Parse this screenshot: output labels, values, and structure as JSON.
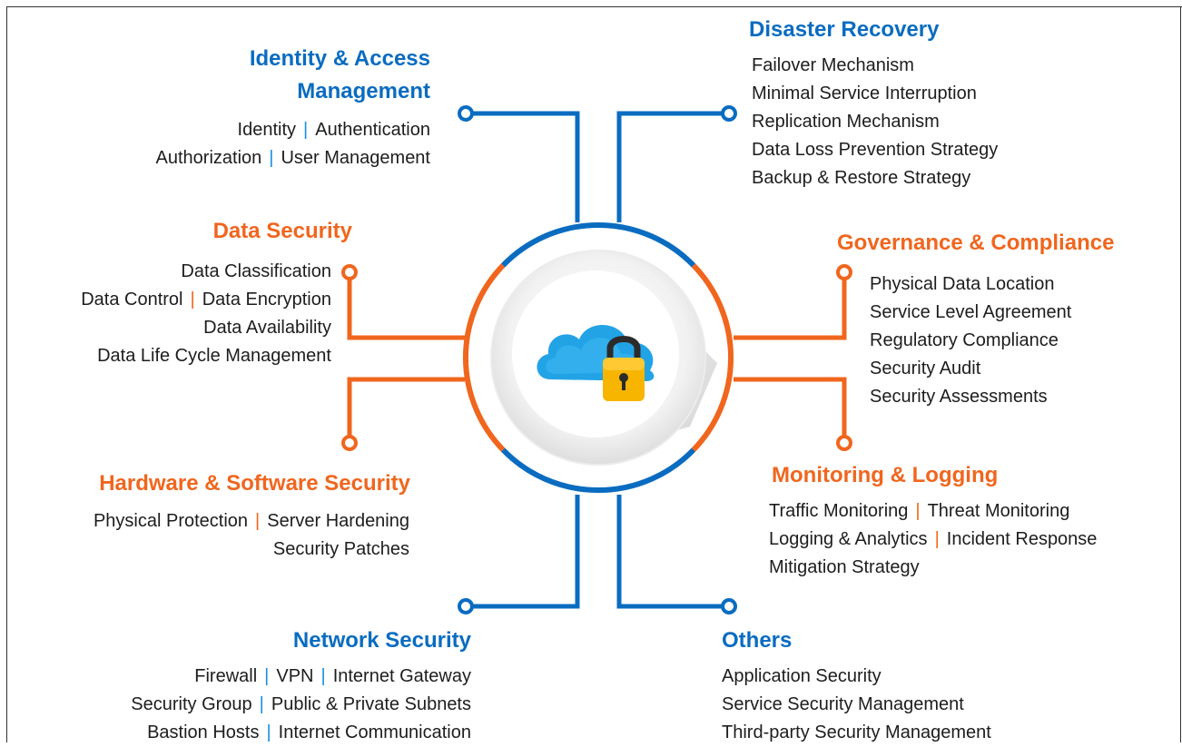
{
  "colors": {
    "blue": "#0a6cc0",
    "orange": "#f0661e",
    "text": "#1d1d1d"
  },
  "hub": {
    "icon": "cloud-lock-icon"
  },
  "sections": {
    "iam": {
      "title_1": "Identity & Access",
      "title_2": "Management",
      "l1a": "Identity",
      "l1b": "Authentication",
      "l2a": "Authorization",
      "l2b": "User Management"
    },
    "dr": {
      "title": "Disaster Recovery",
      "items": [
        "Failover Mechanism",
        "Minimal Service Interruption",
        "Replication Mechanism",
        "Data Loss Prevention Strategy",
        "Backup & Restore Strategy"
      ]
    },
    "ds": {
      "title": "Data Security",
      "l1": "Data Classification",
      "l2a": "Data Control",
      "l2b": "Data Encryption",
      "l3": "Data Availability",
      "l4": "Data Life Cycle Management"
    },
    "gc": {
      "title": "Governance & Compliance",
      "items": [
        "Physical Data Location",
        "Service Level Agreement",
        "Regulatory Compliance",
        "Security Audit",
        "Security Assessments"
      ]
    },
    "hs": {
      "title": "Hardware & Software Security",
      "l1a": "Physical Protection",
      "l1b": "Server Hardening",
      "l2": "Security Patches"
    },
    "ml": {
      "title": "Monitoring & Logging",
      "l1a": "Traffic Monitoring",
      "l1b": "Threat Monitoring",
      "l2a": "Logging & Analytics",
      "l2b": "Incident Response",
      "l3": "Mitigation Strategy"
    },
    "ns": {
      "title": "Network Security",
      "l1a": "Firewall",
      "l1b": "VPN",
      "l1c": "Internet Gateway",
      "l2a": "Security Group",
      "l2b": "Public & Private Subnets",
      "l3a": "Bastion Hosts",
      "l3b": "Internet Communication"
    },
    "ot": {
      "title": "Others",
      "items": [
        "Application Security",
        "Service Security Management",
        "Third-party Security Management"
      ]
    }
  },
  "separator": "|"
}
